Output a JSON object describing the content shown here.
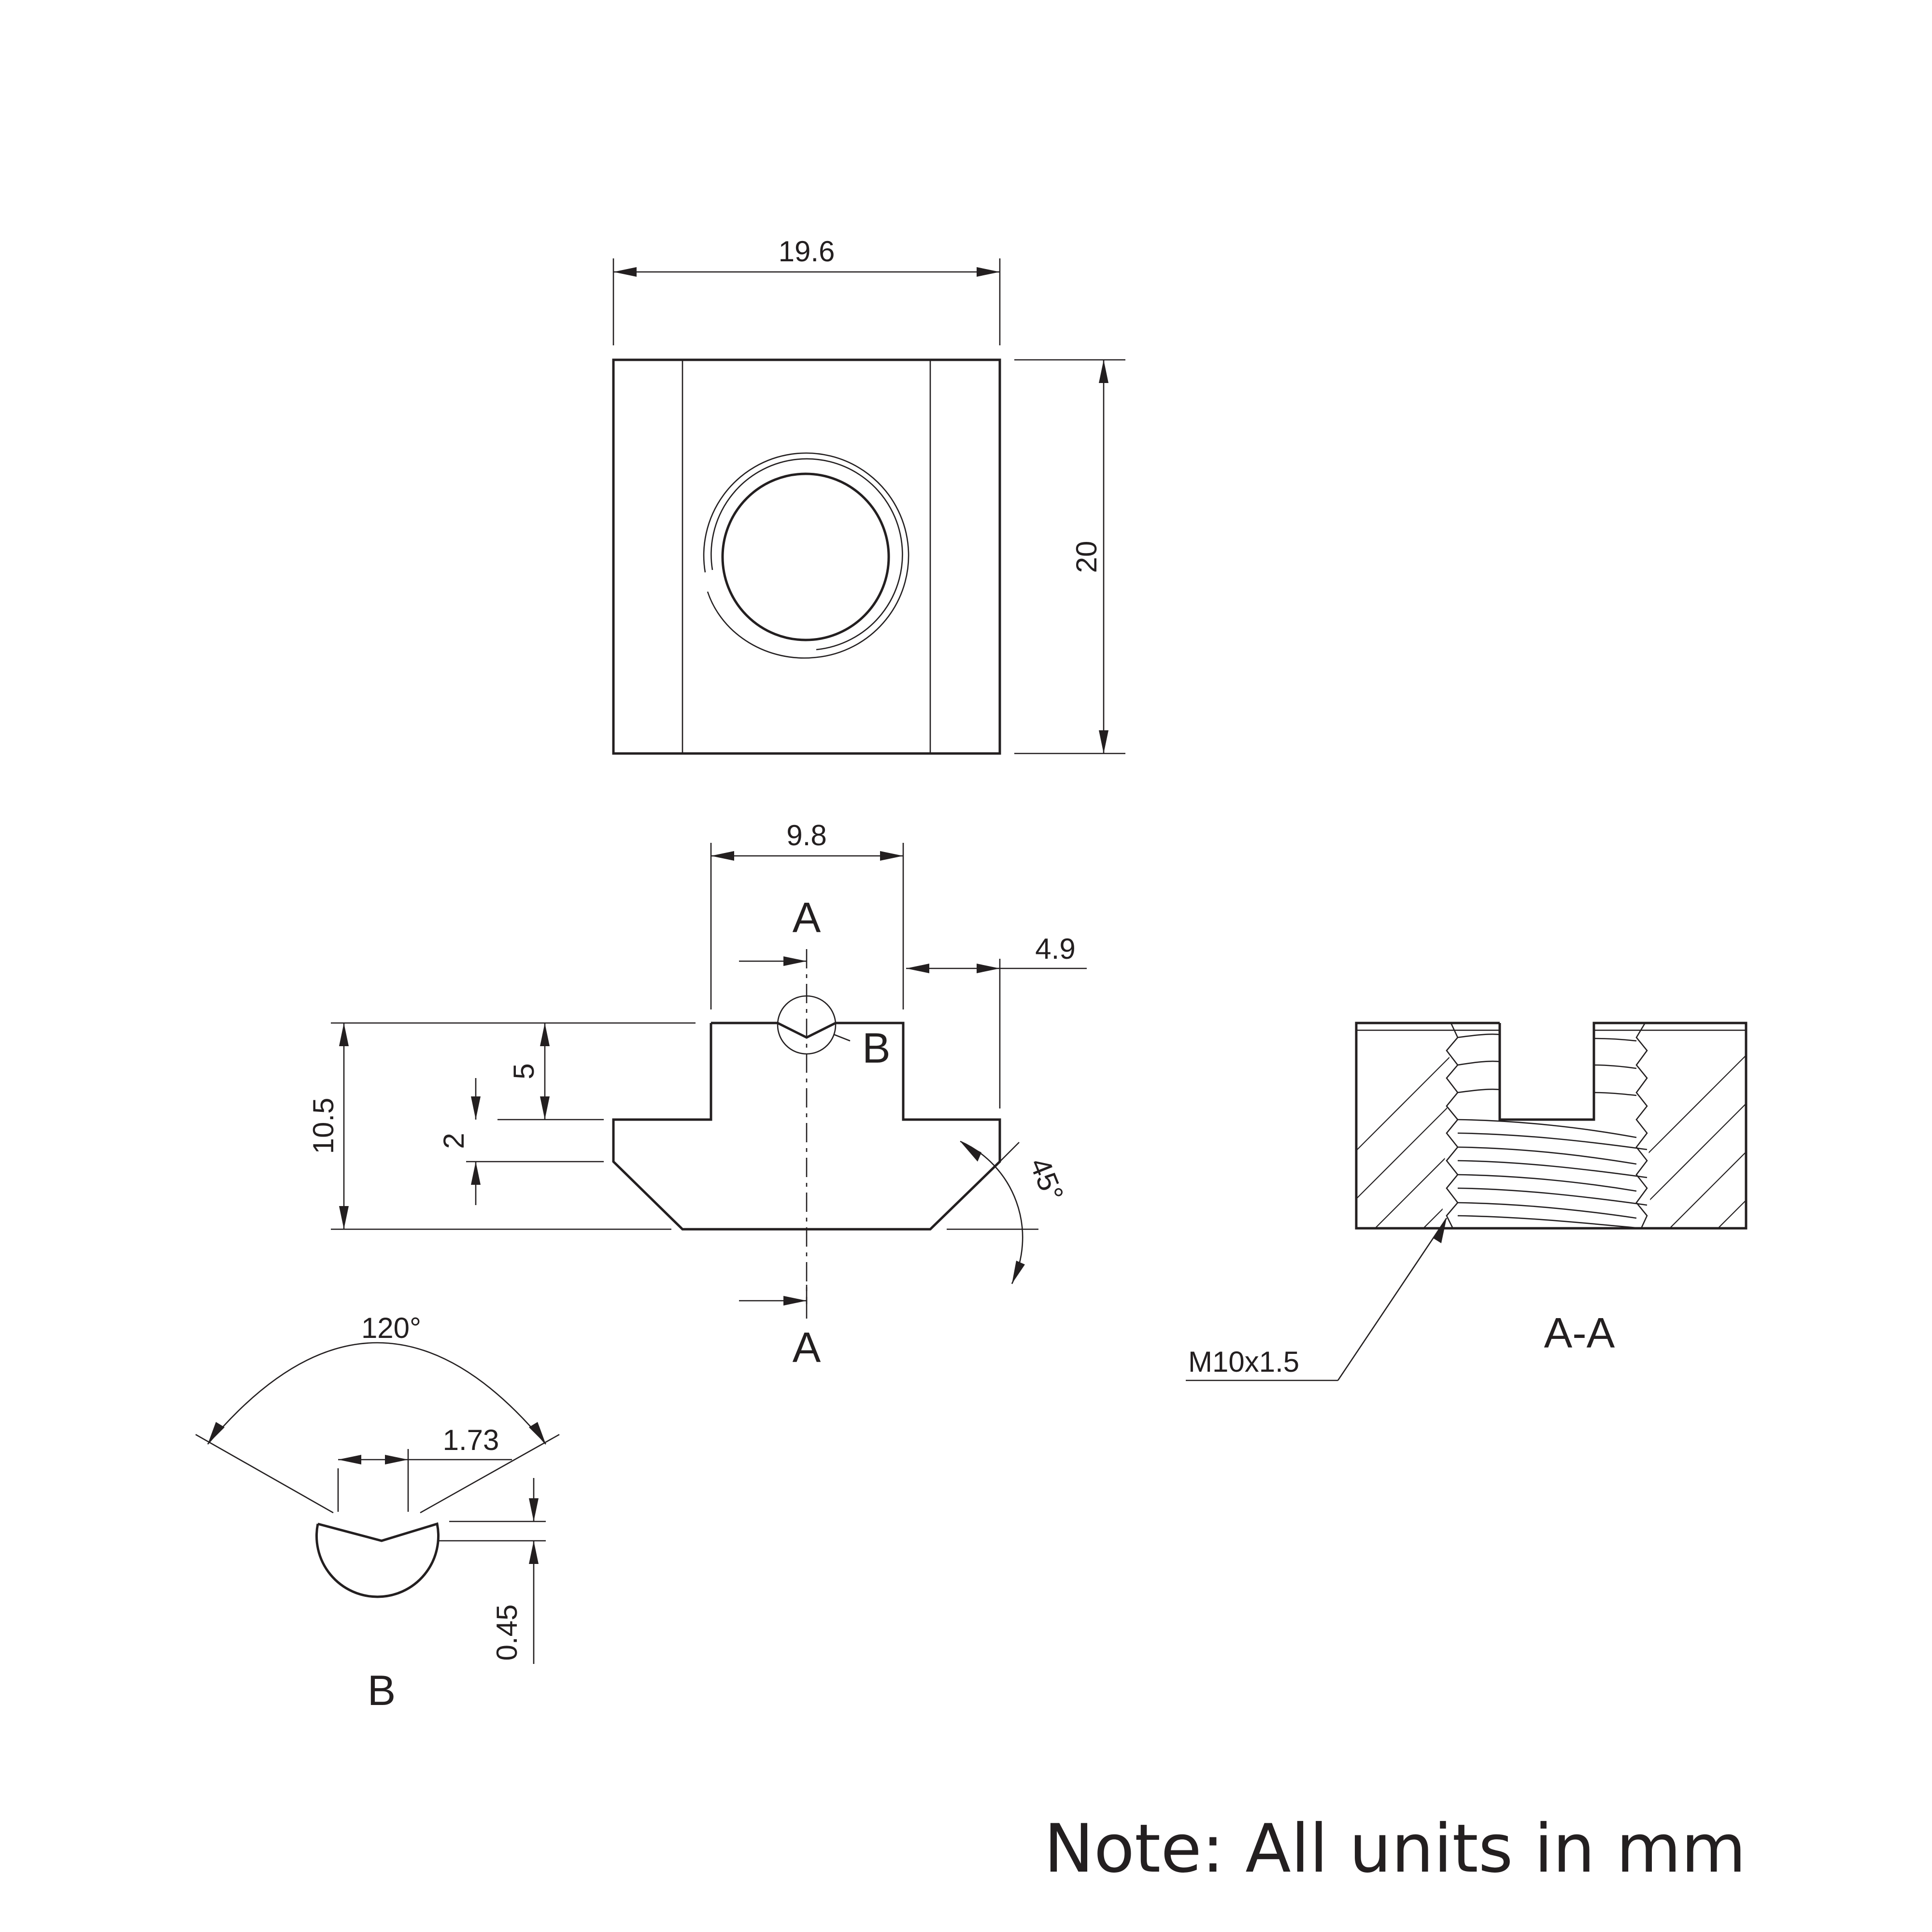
{
  "dimensions": {
    "top_width": "19.6",
    "top_height": "20",
    "neck_width": "9.8",
    "flange_offset": "4.9",
    "total_height": "10.5",
    "neck_height": "5",
    "flange_thickness": "2",
    "chamfer_angle": "45°",
    "groove_angle": "120°",
    "groove_width": "1.73",
    "groove_depth": "0.45",
    "thread": "M10x1.5"
  },
  "labels": {
    "section_a_top": "A",
    "section_a_bottom": "A",
    "detail_b": "B",
    "detail_b_title": "B",
    "section_title": "A-A"
  },
  "note": "Note: All units in mm"
}
